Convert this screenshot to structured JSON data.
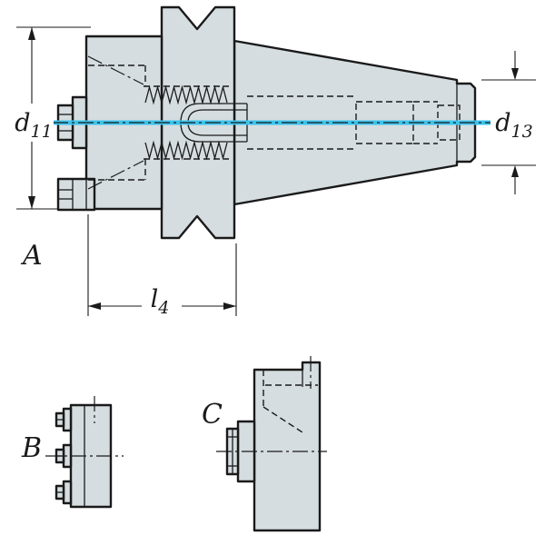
{
  "views": {
    "main": {
      "label": "A",
      "dimensions": {
        "d11": {
          "symbol": "d",
          "subscript": "11"
        },
        "d13": {
          "symbol": "d",
          "subscript": "13"
        },
        "l4": {
          "symbol": "l",
          "subscript": "4"
        }
      }
    },
    "detail_b": {
      "label": "B"
    },
    "detail_c": {
      "label": "C"
    }
  },
  "colors": {
    "background": "#ffffff",
    "body_fill": "#d5dde0",
    "outline": "#1a1a1a",
    "centerline_accent": "#3ac4ee"
  }
}
